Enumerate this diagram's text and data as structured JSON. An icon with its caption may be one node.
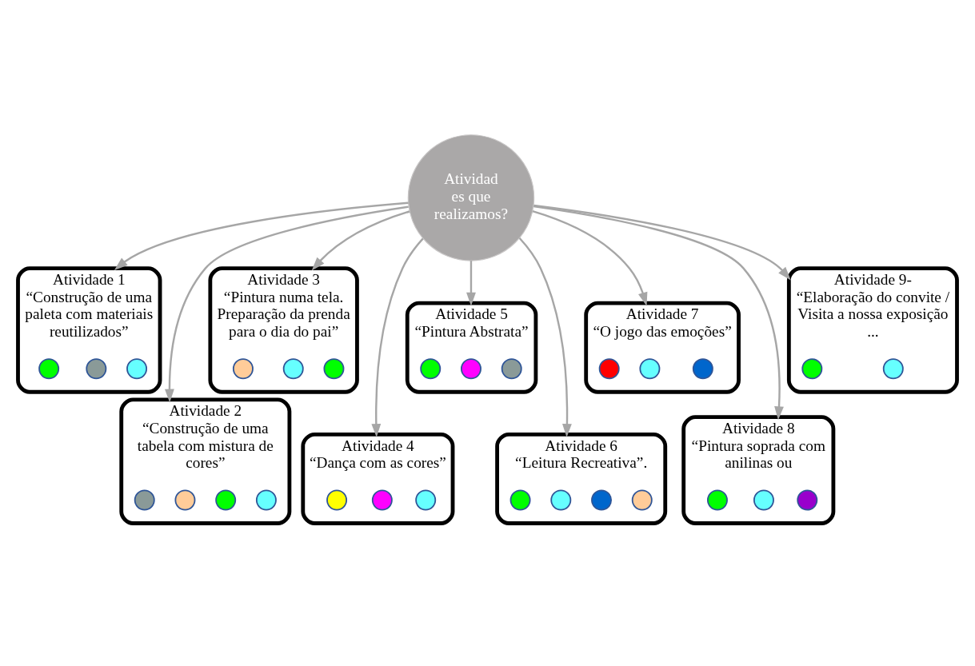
{
  "diagram": {
    "nodes": [
      {
        "text": [
          "Atividad es que realizamos?"
        ]
      },
      {
        "text": [
          "Atividade 1",
          "“Construção de uma paleta com materiais reutilizados”"
        ]
      },
      {
        "text": [],
        "shape": "circle",
        "in": 1
      },
      {
        "text": [],
        "shape": "circle",
        "in": 1
      },
      {
        "text": [],
        "shape": "circle",
        "in": 1
      },
      {
        "text": [
          "Atividade 2",
          "“Construção de uma tabela com mistura de cores”"
        ]
      },
      {
        "text": [],
        "shape": "circle",
        "in": 5
      },
      {
        "text": [],
        "shape": "circle",
        "in": 5
      },
      {
        "text": [],
        "shape": "circle",
        "in": 5
      },
      {
        "text": [],
        "shape": "circle",
        "in": 5
      },
      {
        "text": [
          "Atividade 3",
          "“Pintura numa tela. Preparação da prenda para o dia do pai”"
        ]
      },
      {
        "text": [],
        "shape": "circle",
        "in": 10
      },
      {
        "text": [],
        "shape": "circle",
        "in": 10
      },
      {
        "text": [],
        "shape": "circle",
        "in": 10
      },
      {
        "text": [
          "Atividade 4",
          "“Dança com as cores”"
        ]
      },
      {
        "text": [],
        "shape": "circle",
        "in": 14
      },
      {
        "text": [],
        "shape": "circle",
        "in": 14
      },
      {
        "text": [],
        "shape": "circle",
        "in": 14
      },
      {
        "text": [
          "Atividade 5",
          "“Pintura Abstrata”"
        ]
      },
      {
        "text": [],
        "shape": "circle",
        "in": 18
      },
      {
        "text": [],
        "shape": "circle",
        "in": 18
      },
      {
        "text": [],
        "shape": "circle",
        "in": 18
      },
      {
        "text": [
          "Atividade 6",
          "“Leitura Recreativa”."
        ]
      },
      {
        "text": [],
        "shape": "circle",
        "in": 22
      },
      {
        "text": [],
        "shape": "circle",
        "in": 22
      },
      {
        "text": [],
        "shape": "circle",
        "in": 22
      },
      {
        "text": [],
        "shape": "circle",
        "in": 22
      },
      {
        "text": [
          "Atividade 7",
          "“O jogo das emoções”"
        ]
      },
      {
        "text": [],
        "shape": "circle",
        "in": 27
      },
      {
        "text": [],
        "shape": "circle",
        "in": 27
      },
      {
        "text": [],
        "shape": "circle",
        "in": 27
      },
      {
        "text": [
          "Atividade 8",
          "“Pintura soprada com anilinas ou"
        ]
      },
      {
        "text": [],
        "shape": "circle",
        "in": 31
      },
      {
        "text": [],
        "shape": "circle",
        "in": 31
      },
      {
        "text": [],
        "shape": "circle",
        "in": 31
      },
      {
        "text": [
          "Atividade 9-",
          "“Elaboração do convite / Visita a nossa exposição ..."
        ]
      },
      {
        "text": [],
        "shape": "circle",
        "in": 35
      },
      {
        "text": [],
        "shape": "circle",
        "in": 35
      }
    ],
    "edges": [
      {
        "from": 0,
        "to": 1,
        "arrow": "to"
      },
      {
        "from": 0,
        "to": 5,
        "arrow": "to"
      },
      {
        "from": 0,
        "to": 10,
        "arrow": "to"
      },
      {
        "from": 0,
        "to": 14,
        "arrow": "to"
      },
      {
        "from": 0,
        "to": 18,
        "arrow": "to"
      },
      {
        "from": 0,
        "to": 22,
        "arrow": "to"
      },
      {
        "from": 0,
        "to": 27,
        "arrow": "to"
      },
      {
        "from": 0,
        "to": 31,
        "arrow": "to"
      },
      {
        "from": 0,
        "to": 35,
        "arrow": "to"
      }
    ]
  }
}
